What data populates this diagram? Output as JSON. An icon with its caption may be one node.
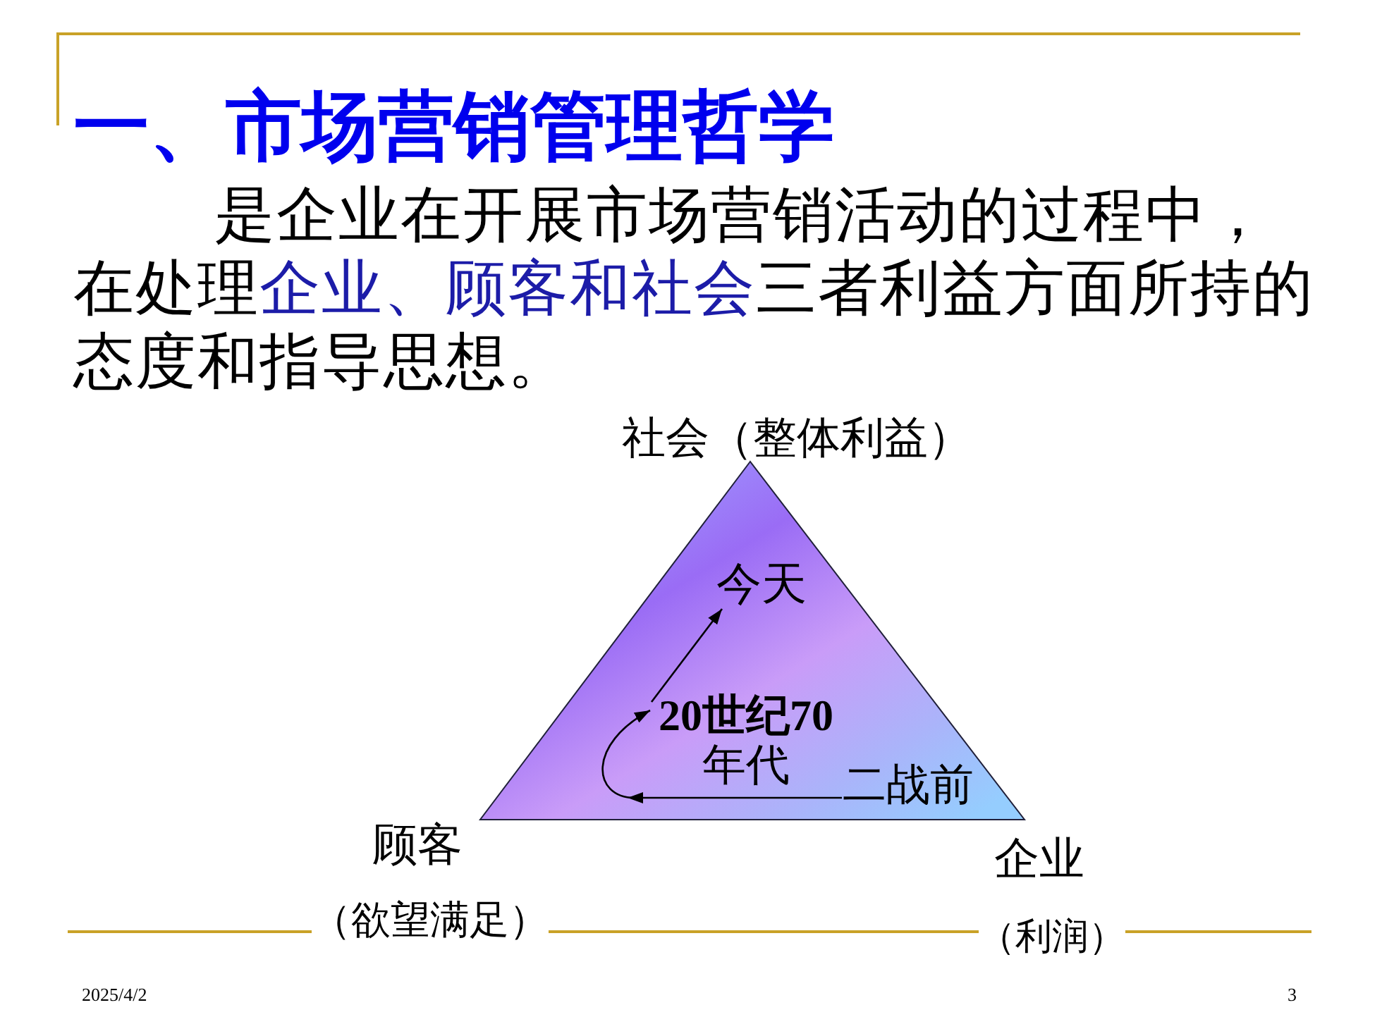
{
  "diagram": {
    "title": "一、市场营销管理哲学",
    "nodes": [
      {
        "text": [],
        "shape": "triangle",
        "beside": [
          "社会（整体利益）",
          "顾客",
          "（欲望满足）",
          "企业",
          "（利润）"
        ]
      },
      {
        "text": [
          "今天"
        ],
        "in": 0
      },
      {
        "text": [
          "**20世纪70**年代"
        ],
        "in": 0
      },
      {
        "text": [
          "二战前"
        ],
        "in": 0
      }
    ],
    "edges": [
      {
        "from": 3,
        "to": 2,
        "arrow": "to"
      },
      {
        "from": 2,
        "to": 1,
        "arrow": "to"
      }
    ],
    "labels": [
      "是企业在开展市场营销活动的过程中，在处理**企业、顾客和社会**三者利益方面所持的态度和指导思想。",
      "2025/4/2",
      "3"
    ]
  }
}
